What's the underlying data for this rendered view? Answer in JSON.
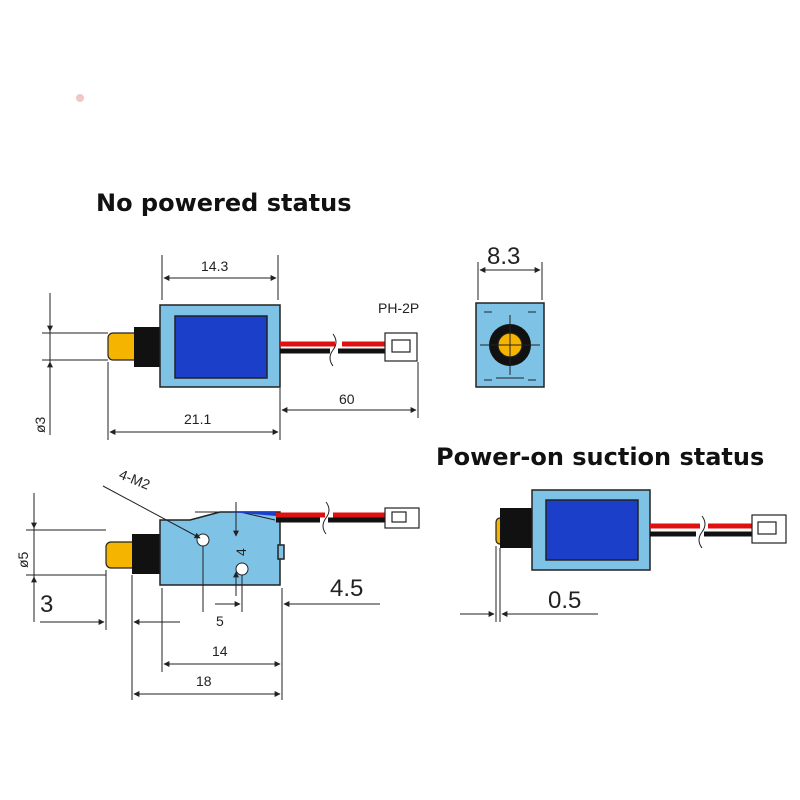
{
  "headings": {
    "unpowered": "No powered status",
    "powered": "Power-on suction status"
  },
  "dimensions": {
    "top_length": "14.3",
    "total_length": "21.1",
    "wire_length": "60",
    "plunger_diameter": "ø3",
    "connector_type": "PH-2P",
    "width": "8.3",
    "mount_holes": "4-M2",
    "hole_offset": "4",
    "side_diameter": "ø5",
    "plunger_extension": "3",
    "hole_gap": "5",
    "offset_right": "4.5",
    "hole_span": "14",
    "side_length": "18",
    "stroke_gap": "0.5"
  },
  "colors": {
    "frame": "#7ec3e6",
    "coil": "#1b3fc9",
    "plunger": "#f5b400",
    "wire_red": "#e01010",
    "wire_black": "#111111"
  }
}
